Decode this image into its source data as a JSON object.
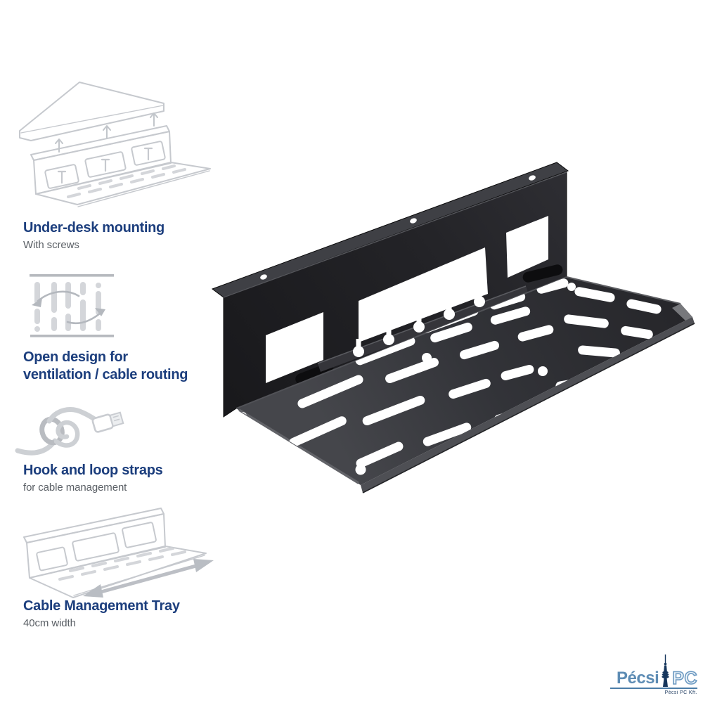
{
  "features": [
    {
      "title": "Under-desk mounting",
      "subtitle": "With screws",
      "icon": "under-desk-mounting-icon"
    },
    {
      "title": "Open design for",
      "title2": "ventilation / cable routing",
      "icon": "ventilation-slots-icon"
    },
    {
      "title": "Hook and loop straps",
      "subtitle": "for cable management",
      "icon": "cable-strap-icon"
    },
    {
      "title": "Cable Management Tray",
      "subtitle": "40cm width",
      "icon": "tray-width-icon"
    }
  ],
  "product": {
    "description": "black metal under-desk cable management tray, angled product photo"
  },
  "logo": {
    "brand": "Pécsi",
    "brand2": "PC",
    "caption": "Pécsi PC Kft.",
    "tower_icon": "tv-tower-icon"
  },
  "colors": {
    "heading_blue": "#1c3e7d",
    "subtitle_gray": "#5b6066",
    "icon_gray": "#c9ccd1",
    "tray_black": "#2b2b2f",
    "logo_blue": "#5d8cb4",
    "logo_navy": "#16365c",
    "background": "#ffffff"
  }
}
